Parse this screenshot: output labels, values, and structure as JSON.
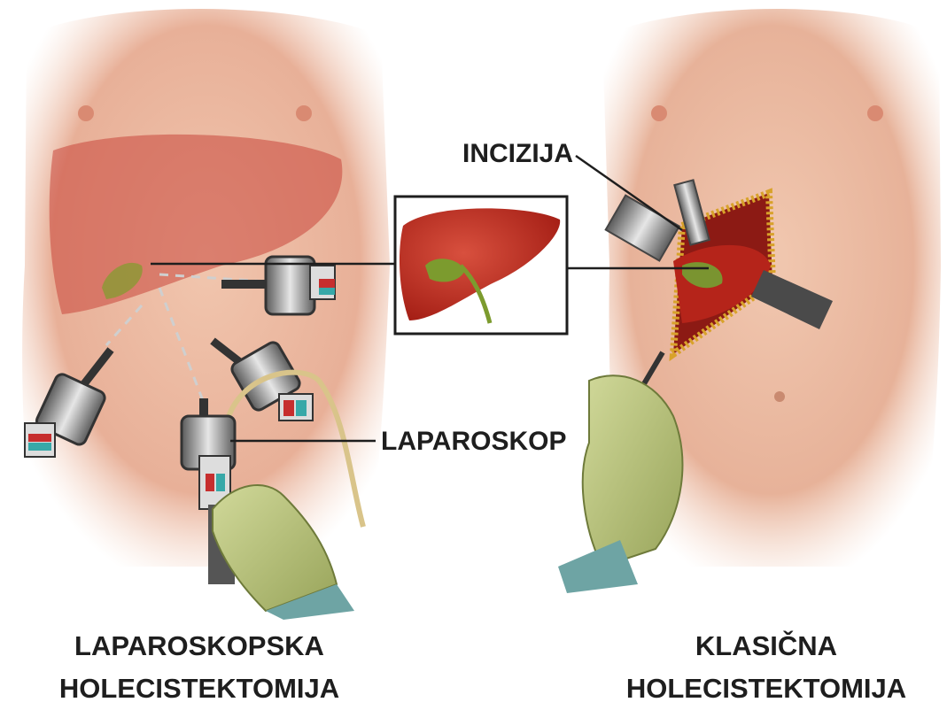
{
  "labels": {
    "incision": "INCIZIJA",
    "laparoscope": "LAPAROSKOP"
  },
  "captions": {
    "left": {
      "line1": "LAPAROSKOPSKA",
      "line2": "HOLECISTEKTOMIJA"
    },
    "right": {
      "line1": "KLASIČNA",
      "line2": "HOLECISTEKTOMIJA"
    }
  },
  "colors": {
    "skin": "#e8b39a",
    "liver": "#b8241a",
    "gallbladder": "#6f8d2c",
    "glove": "#b7c27a",
    "incision_edge": "#d8a22a",
    "line": "#1e1e1e"
  }
}
